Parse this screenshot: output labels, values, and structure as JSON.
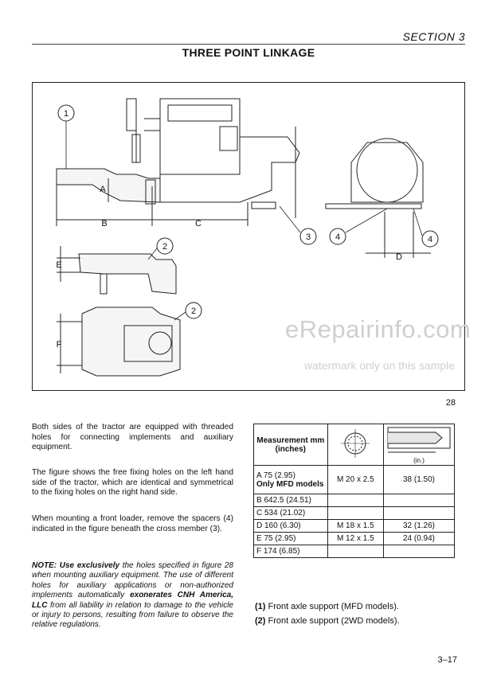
{
  "header": {
    "section": "SECTION 3",
    "title": "THREE POINT LINKAGE"
  },
  "figure": {
    "number": "28",
    "callouts": [
      "1",
      "2",
      "2",
      "3",
      "4",
      "4"
    ],
    "dimension_letters": [
      "A",
      "B",
      "C",
      "D",
      "E",
      "F"
    ]
  },
  "text": {
    "p1": "Both sides of the tractor are equipped with threaded holes for connecting implements and auxiliary equipment.",
    "p2": "The figure shows the free fixing holes on the left hand side of the tractor, which are identical and symmetrical to the fixing holes on the right hand side.",
    "p3": "When mounting a front loader, remove the spacers (4) indicated in the figure beneath the cross member (3).",
    "note_lead": "NOTE: Use exclusively",
    "note_mid1": " the holes specified in figure 28 when mounting auxiliary equipment. The use of different holes for auxiliary applications or non-authorized implements automatically ",
    "note_bold": "exonerates CNH America, LLC",
    "note_tail": " from all liability in relation to damage to the vehicle or injury to persons, resulting from failure to observe the relative regulations."
  },
  "table": {
    "header": "Measurement mm (inches)",
    "inches_label": "(in.)",
    "rows": [
      {
        "label": "A   75 (2.95)",
        "sub": "Only MFD models",
        "thread": "M 20 x 2.5",
        "depth": "38 (1.50)"
      },
      {
        "label": "B   642.5 (24.51)",
        "sub": "",
        "thread": "",
        "depth": ""
      },
      {
        "label": "C   534 (21.02)",
        "sub": "",
        "thread": "",
        "depth": ""
      },
      {
        "label": "D   160 (6.30)",
        "sub": "",
        "thread": "M 18 x 1.5",
        "depth": "32 (1.26)"
      },
      {
        "label": "E   75 (2.95)",
        "sub": "",
        "thread": "M 12 x 1.5",
        "depth": "24 (0.94)"
      },
      {
        "label": "F   174 (6.85)",
        "sub": "",
        "thread": "",
        "depth": ""
      }
    ]
  },
  "legend": [
    {
      "num": "(1)",
      "text": " Front axle support (MFD models)."
    },
    {
      "num": "(2)",
      "text": " Front axle support (2WD models)."
    }
  ],
  "watermark": {
    "main": "eRepairinfo.com",
    "sub": "watermark only on this sample"
  },
  "page_number": "3–17"
}
